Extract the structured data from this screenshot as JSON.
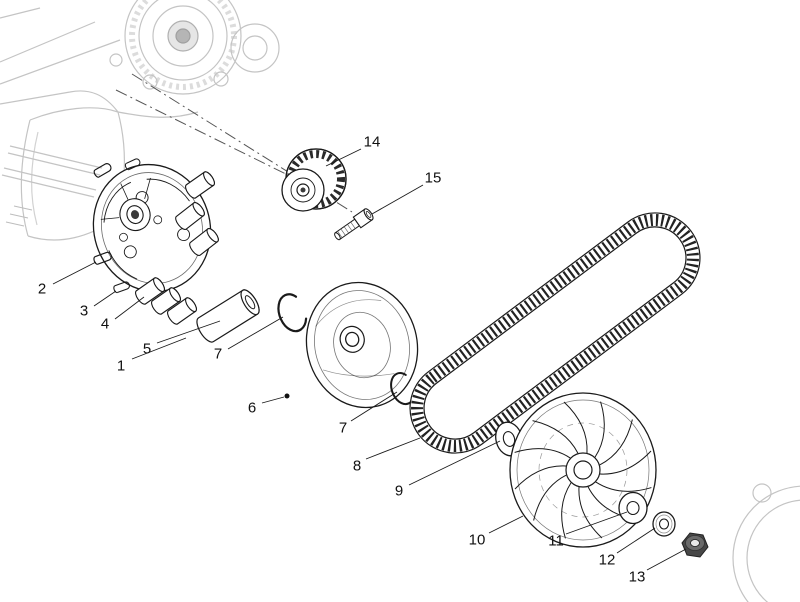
{
  "page": {
    "background_color": "#ffffff"
  },
  "diagram": {
    "kind": "exploded-parts-diagram",
    "line_color": "#1a1a1a",
    "muted_color": "#c4c4c4",
    "callouts": [
      {
        "label": "1"
      },
      {
        "label": "2"
      },
      {
        "label": "3"
      },
      {
        "label": "4"
      },
      {
        "label": "5"
      },
      {
        "label": "6"
      },
      {
        "label": "7"
      },
      {
        "label": "7"
      },
      {
        "label": "8"
      },
      {
        "label": "9"
      },
      {
        "label": "10"
      },
      {
        "label": "11"
      },
      {
        "label": "12"
      },
      {
        "label": "13"
      },
      {
        "label": "14"
      },
      {
        "label": "15"
      }
    ]
  }
}
